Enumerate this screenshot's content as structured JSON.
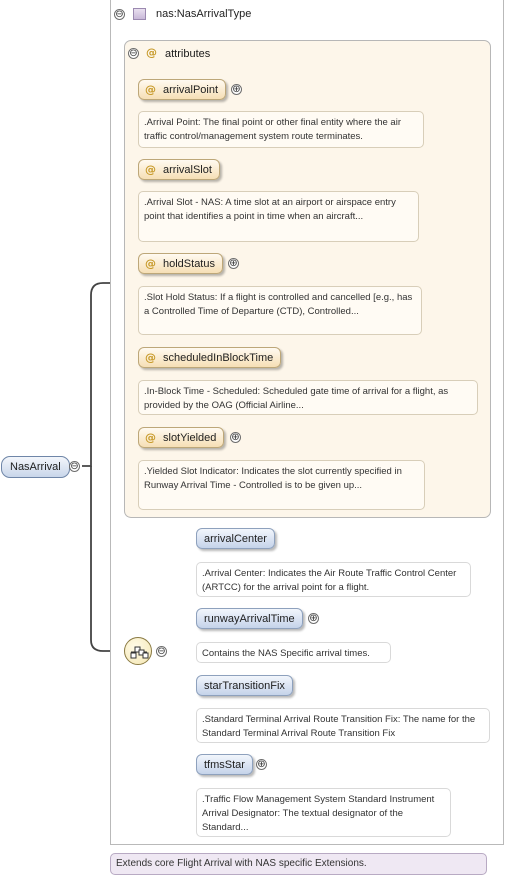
{
  "root": {
    "label": "NasArrival"
  },
  "type": {
    "label": "nas:NasArrivalType"
  },
  "attributes_group": {
    "label": "attributes",
    "items": [
      {
        "name": "arrivalPoint",
        "doc": ".Arrival Point: The final point or other final entity where the air traffic control/management system route terminates."
      },
      {
        "name": "arrivalSlot",
        "doc": ".Arrival Slot - NAS: A time slot at an airport or airspace entry point that identifies a point in time when an aircraft..."
      },
      {
        "name": "holdStatus",
        "doc": ".Slot Hold Status: If a flight is controlled and cancelled [e.g., has a Controlled Time of Departure (CTD), Controlled..."
      },
      {
        "name": "scheduledInBlockTime",
        "doc": ".In-Block Time - Scheduled: Scheduled gate time of arrival for a flight, as provided by the OAG (Official Airline..."
      },
      {
        "name": "slotYielded",
        "doc": ".Yielded Slot Indicator: Indicates the slot currently specified in Runway Arrival Time - Controlled is to be given up..."
      }
    ]
  },
  "elements": [
    {
      "name": "arrivalCenter",
      "doc": ".Arrival Center: Indicates the Air Route Traffic Control Center (ARTCC) for the arrival point for a flight."
    },
    {
      "name": "runwayArrivalTime",
      "doc": "Contains the NAS Specific arrival times."
    },
    {
      "name": "starTransitionFix",
      "doc": ".Standard Terminal Arrival Route Transition Fix: The name for the Standard Terminal Arrival Route Transition Fix"
    },
    {
      "name": "tfmsStar",
      "doc": ".Traffic Flow Management System Standard Instrument Arrival Designator: The textual designator of the Standard..."
    }
  ],
  "type_doc": "Extends core Flight Arrival with NAS specific Extensions.",
  "glyphs": {
    "collapse": "⊖",
    "expand": "⊕",
    "attribute": "@"
  },
  "colors": {
    "attribute_fill": "#f6dfb5",
    "element_fill": "#c5d3ea",
    "attribute_group_bg": "#fdf6ea",
    "type_doc_bg": "#efe8f3"
  }
}
